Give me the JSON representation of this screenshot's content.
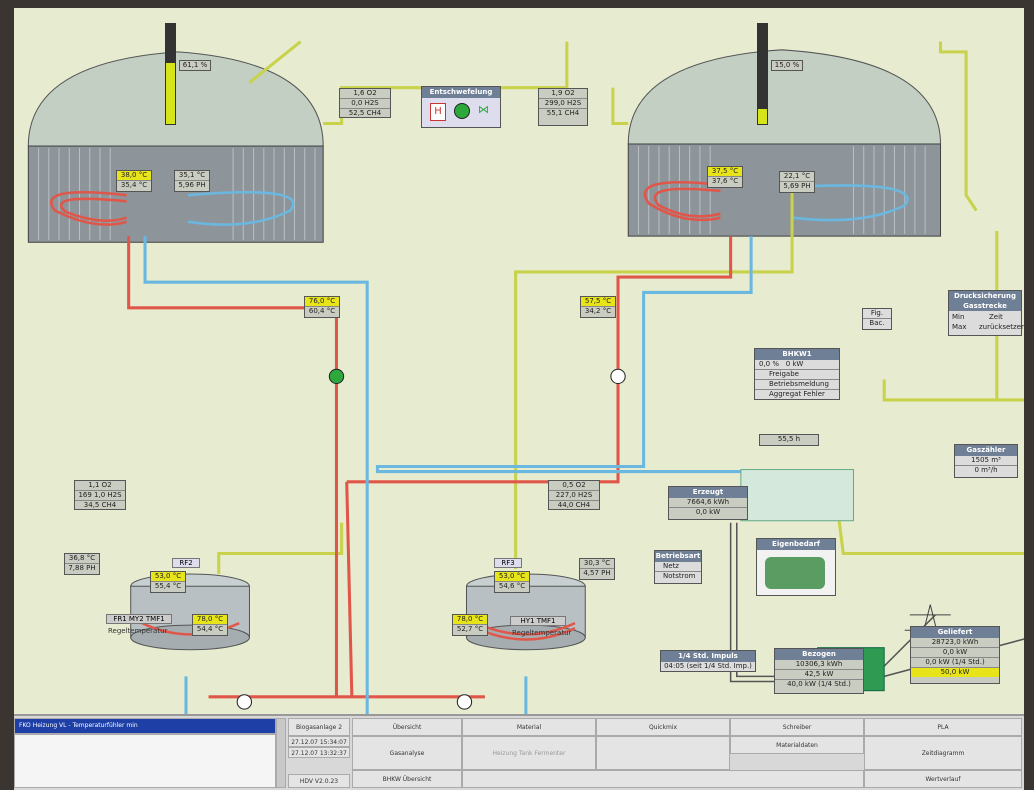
{
  "digester_left": {
    "gauge_pct": "61,1 %",
    "temp1": "38,0 °C",
    "temp2": "35,4 °C",
    "out_temp": "35,1 °C",
    "out_ph": "5,96 PH"
  },
  "digester_right": {
    "gauge_pct": "15,0 %",
    "temp1": "37,5 °C",
    "temp2": "37,6 °C",
    "out_temp": "22,1 °C",
    "out_ph": "5,69 PH"
  },
  "gas_left": [
    "1,6 O2",
    "0,0 H2S",
    "52,5 CH4"
  ],
  "gas_right": [
    "1,9 O2",
    "299,0 H2S",
    "55,1 CH4"
  ],
  "entschwefelung": {
    "title": "Entschwefelung",
    "h": "H"
  },
  "pump_left_temps": [
    "76,0 °C",
    "60,4 °C"
  ],
  "pump_right_temps": [
    "57,5 °C",
    "34,2 °C"
  ],
  "bhkw": {
    "title": "BHKW1",
    "pct": "0,0 %",
    "kw": "0 kW",
    "flags": [
      "Freigabe",
      "Betriebsmeldung",
      "Aggregat Fehler"
    ],
    "hours": "55,5 h"
  },
  "druck": {
    "title": "Drucksicherung Gasstrecke",
    "min": "Min",
    "max": "Max",
    "zeit": "Zeit",
    "zeit2": "zurücksetzen"
  },
  "fig": {
    "a": "Fig.",
    "b": "Bac."
  },
  "gaszaehler": {
    "title": "Gaszähler",
    "v1": "1505 m³",
    "v2": "0 m³/h"
  },
  "tank_left": {
    "gas": [
      "1,1 O2",
      "169 1,0 H2S",
      "34,5 CH4"
    ],
    "side": [
      "36,8 °C",
      "7,88 PH"
    ],
    "name": "RF2",
    "temps": [
      "53,0 °C",
      "55,4 °C"
    ],
    "out": [
      "78,0 °C",
      "54,4 °C"
    ],
    "label": "FR1 MY2 TMF1",
    "label2": "Regeltemperatur"
  },
  "tank_right": {
    "gas": [
      "0,5 O2",
      "227,0 H2S",
      "44,0 CH4"
    ],
    "side": [
      "30,3 °C",
      "4,57 PH"
    ],
    "name": "RF3",
    "temps": [
      "53,0 °C",
      "54,6 °C"
    ],
    "out": [
      "78,0 °C",
      "52,7 °C"
    ],
    "label": "HY1 TMF1",
    "label2": "Regeltemperatur"
  },
  "erzeugt": {
    "title": "Erzeugt",
    "v1": "7664,6 kWh",
    "v2": "0,0 kW"
  },
  "eigenbedarf": {
    "title": "Eigenbedarf"
  },
  "betriebsart": {
    "title": "Betriebsart",
    "a": "Netz",
    "b": "Notstrom"
  },
  "impulse": {
    "title": "1/4 Std. Impuls",
    "value": "04:05 (seit 1/4 Std. Imp.)"
  },
  "bezogen": {
    "title": "Bezogen",
    "v1": "10306,3 kWh",
    "v2": "42,5 kW",
    "v3": "40,0 kW (1/4 Std.)"
  },
  "geliefert": {
    "title": "Geliefert",
    "v1": "28723,0 kWh",
    "v2": "0,0 kW",
    "v3": "0,0 kW (1/4 Std.)",
    "v4": "50,0 kW"
  },
  "bottom": {
    "alarm": "FKO Heizung VL - Temperaturfühler min",
    "info": [
      "Biogasanlage 2",
      "27.12.07 15:34:07",
      "27.12.07 13:32:37",
      "HDV V2.0.23"
    ],
    "buttons": [
      "Übersicht",
      "Material",
      "Quickmix",
      "Schreiber",
      "PLA",
      "Gasanalyse",
      "Heizung Tank Fermenter",
      "Materialdaten",
      "Zeitdiagramm",
      "BHKW Übersicht",
      "Wertverlauf"
    ]
  },
  "colors": {
    "hot": "#e0574a",
    "cold": "#6ab8e0",
    "gas": "#c8d24a",
    "highlight": "#e8e41a"
  }
}
